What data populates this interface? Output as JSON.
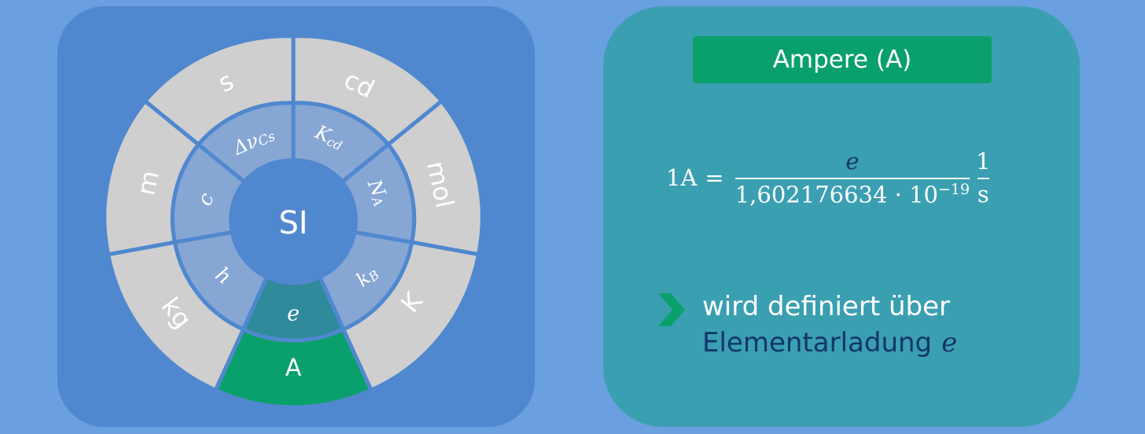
{
  "diagram": {
    "center": "SI",
    "base_units": [
      "s",
      "cd",
      "mol",
      "K",
      "A",
      "kg",
      "m"
    ],
    "constants": [
      "Δν",
      "Cs",
      "K",
      "cd",
      "N",
      "A",
      "k",
      "B",
      "e",
      "h",
      "c"
    ],
    "highlighted_unit": "A",
    "highlighted_constant": "e"
  },
  "info": {
    "title": "Ampere (A)",
    "formula": {
      "lhs": "1A",
      "equals": "=",
      "num": "e",
      "den": "1,602176634 · 10",
      "exp": "−19",
      "unit_num": "1",
      "unit_den": "s"
    },
    "note_line1": "wird definiert über",
    "note_line2": "Elementarladung",
    "note_symbol": "e"
  },
  "colors": {
    "background": "#6a9fe0",
    "left_panel": "#5088cf",
    "right_panel": "#3b9fb2",
    "outer_ring": "#cfcfcf",
    "middle_ring": "#86a6d4",
    "highlight_unit": "#0aa06b",
    "highlight_constant": "#2f8a9c",
    "dark_text": "#12366a"
  }
}
